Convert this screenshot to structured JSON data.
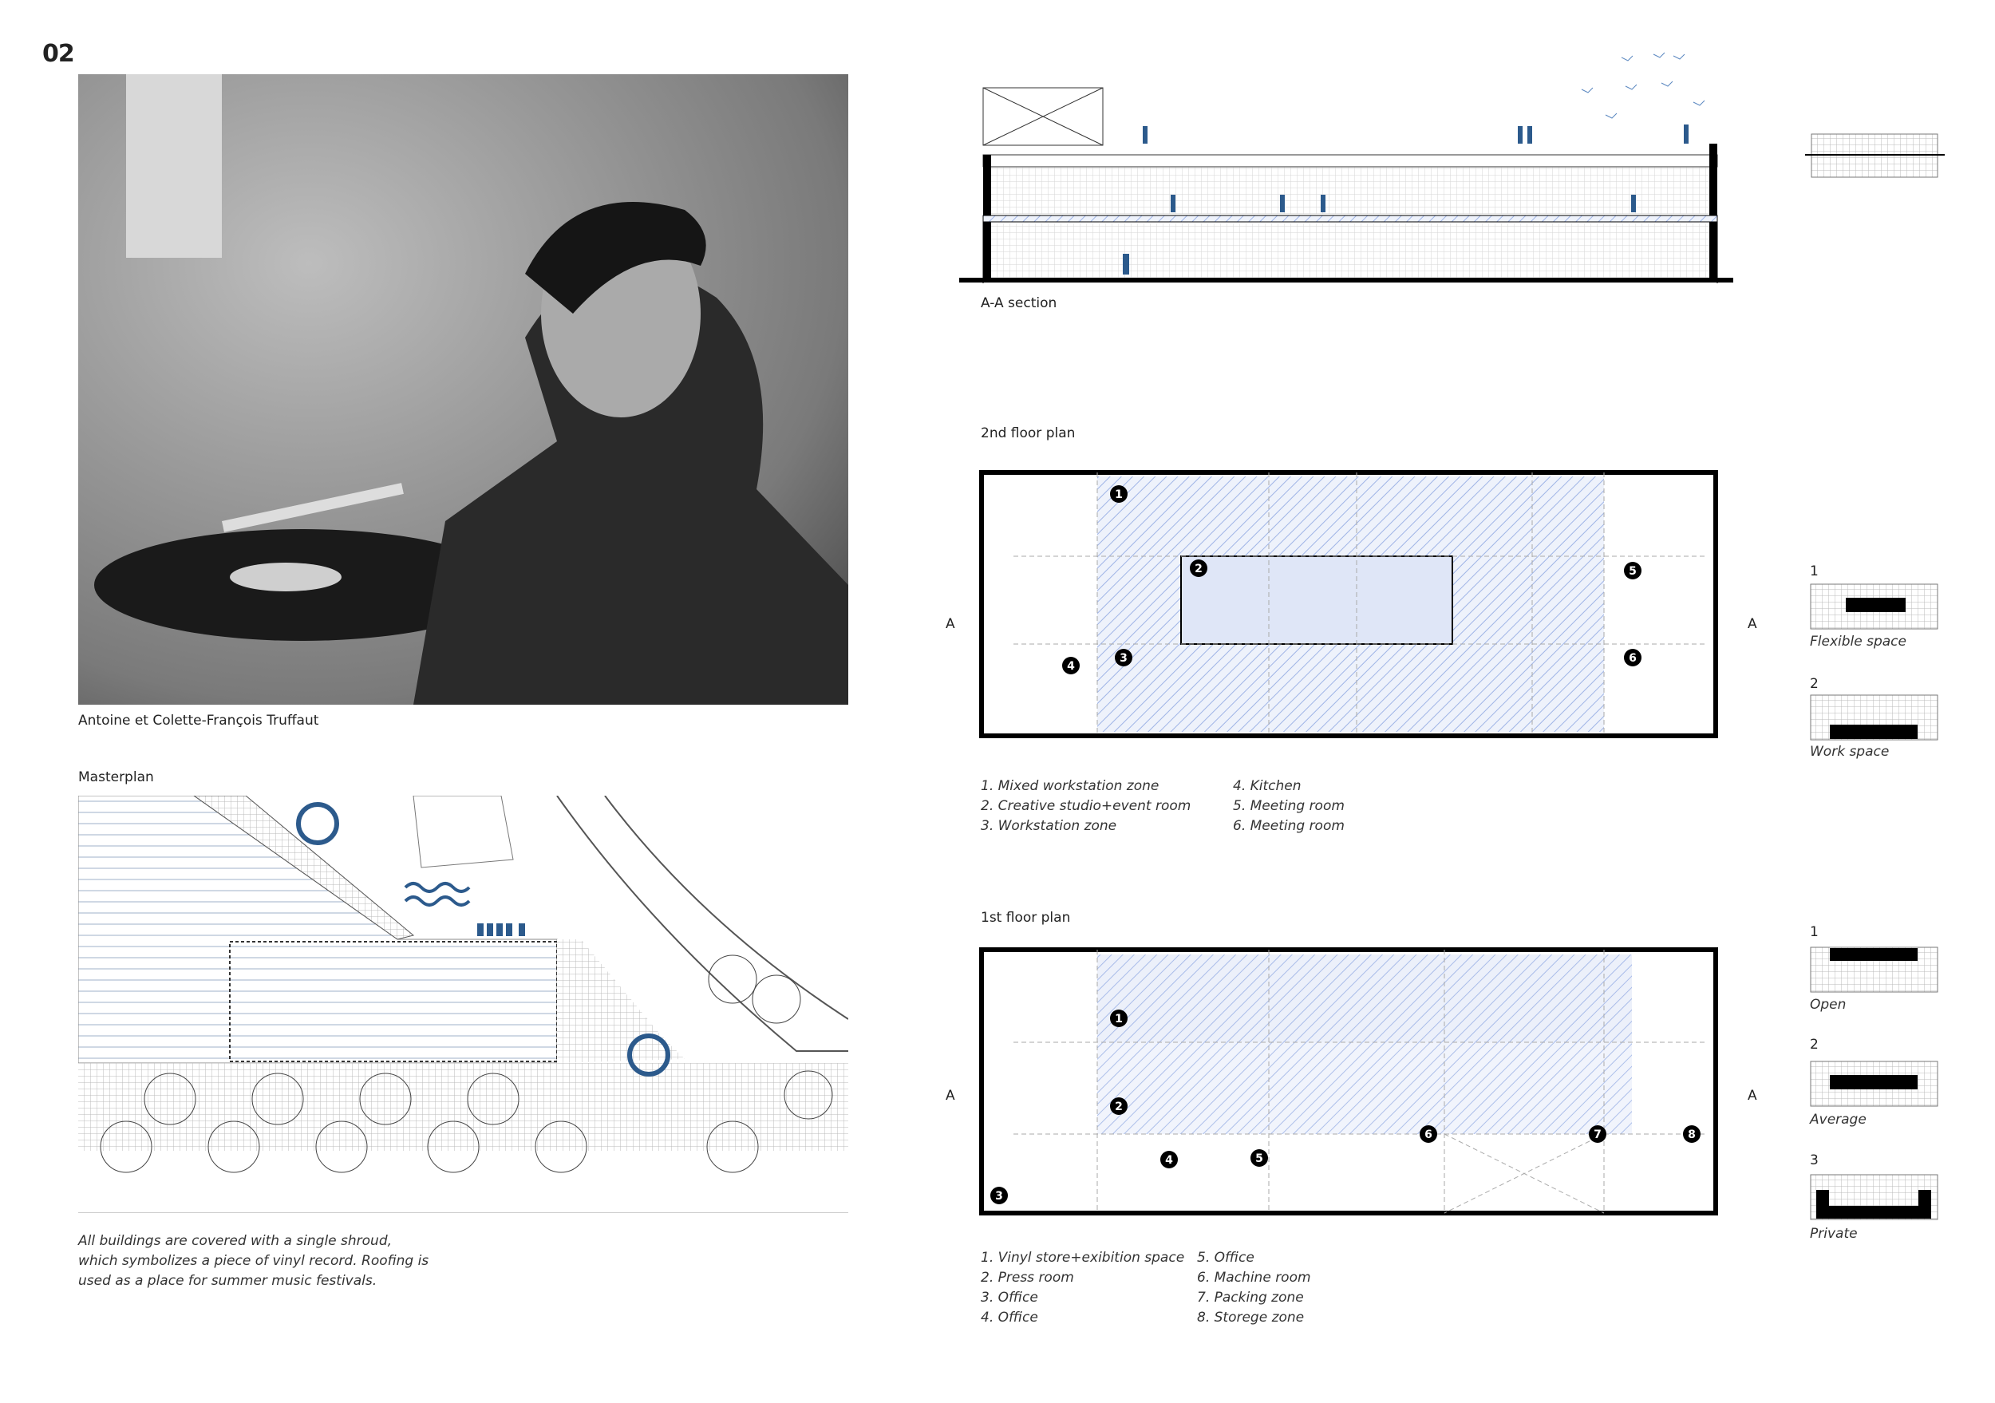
{
  "page_number": "02",
  "photo": {
    "caption": "Antoine et Colette-François Truffaut"
  },
  "masterplan": {
    "title": "Masterplan",
    "description": [
      "All buildings are covered with a single shroud,",
      "which symbolizes a piece of vinyl record. Roofing is",
      "used as a place for summer music festivals."
    ]
  },
  "section": {
    "title": "A-A section"
  },
  "second_floor": {
    "title": "2nd floor plan",
    "section_marks": [
      "A",
      "A"
    ],
    "markers": [
      "1",
      "2",
      "3",
      "4",
      "5",
      "6"
    ],
    "legend_left": [
      "1. Mixed workstation zone",
      "2. Creative studio+event room",
      "3. Workstation zone"
    ],
    "legend_right": [
      "4. Kitchen",
      "5. Meeting room",
      "6. Meeting room"
    ],
    "diagrams": [
      {
        "num": "1",
        "label": "Flexible space"
      },
      {
        "num": "2",
        "label": "Work space"
      }
    ]
  },
  "first_floor": {
    "title": "1st floor plan",
    "section_marks": [
      "A",
      "A"
    ],
    "markers": [
      "1",
      "2",
      "3",
      "4",
      "5",
      "6",
      "7",
      "8"
    ],
    "legend_left": [
      "1. Vinyl store+exibition space",
      "2. Press room",
      "3. Office",
      "4. Office"
    ],
    "legend_right": [
      "5. Office",
      "6. Machine room",
      "7. Packing zone",
      "8. Storege zone"
    ],
    "diagrams": [
      {
        "num": "1",
        "label": "Open"
      },
      {
        "num": "2",
        "label": "Average"
      },
      {
        "num": "3",
        "label": "Private"
      }
    ]
  },
  "colors": {
    "accent": "#2c5a8c",
    "hatch": "#9fb4e6",
    "wall": "#000000"
  }
}
